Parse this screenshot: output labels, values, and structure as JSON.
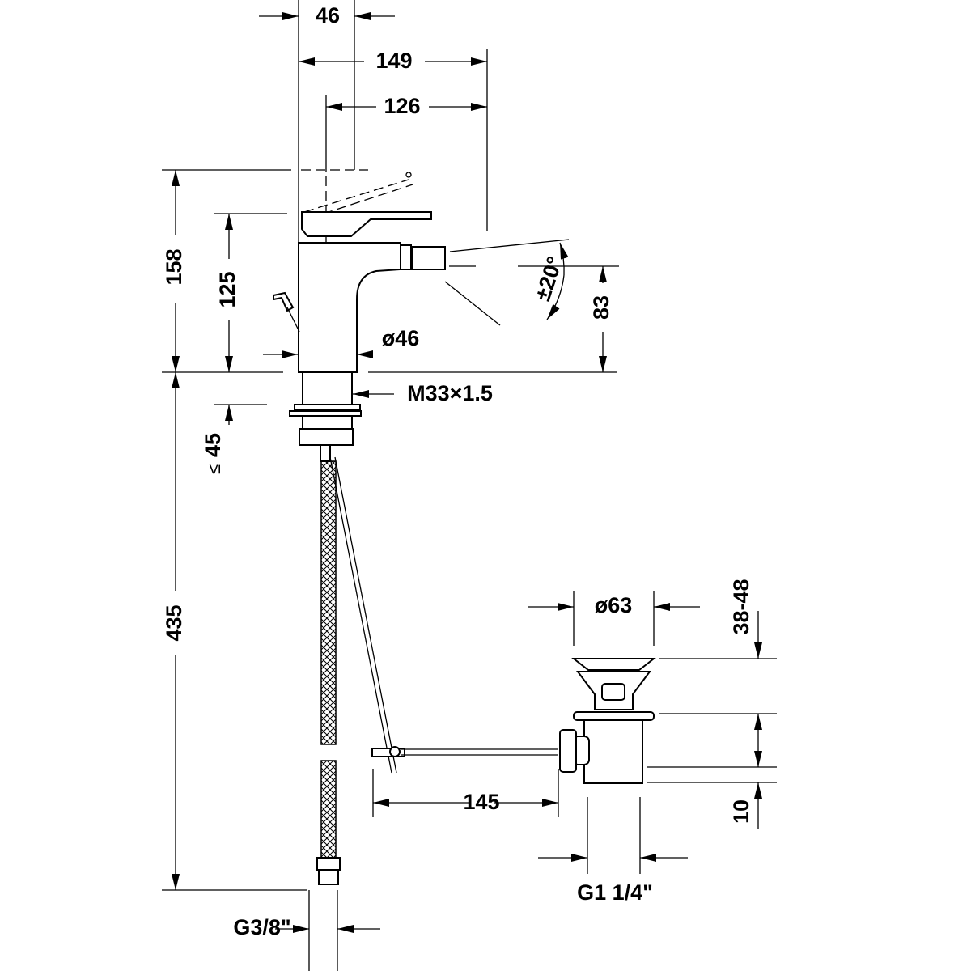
{
  "title": "Bidet mixer dimension drawing",
  "dimensions": {
    "lever_offset": "46",
    "total_depth": "149",
    "spout_reach": "126",
    "total_height": "158",
    "body_height": "125",
    "spout_height": "83",
    "spout_angle": "±20°",
    "body_diameter": "ø46",
    "thread": "M33×1.5",
    "max_deck_thickness": "45",
    "max_symbol": "≤",
    "hose_length": "435",
    "hose_connection": "G3/8\"",
    "waste_diameter": "ø63",
    "waste_range": "38-48",
    "waste_offset": "10",
    "rod_length": "145",
    "waste_thread": "G1 1/4\""
  }
}
